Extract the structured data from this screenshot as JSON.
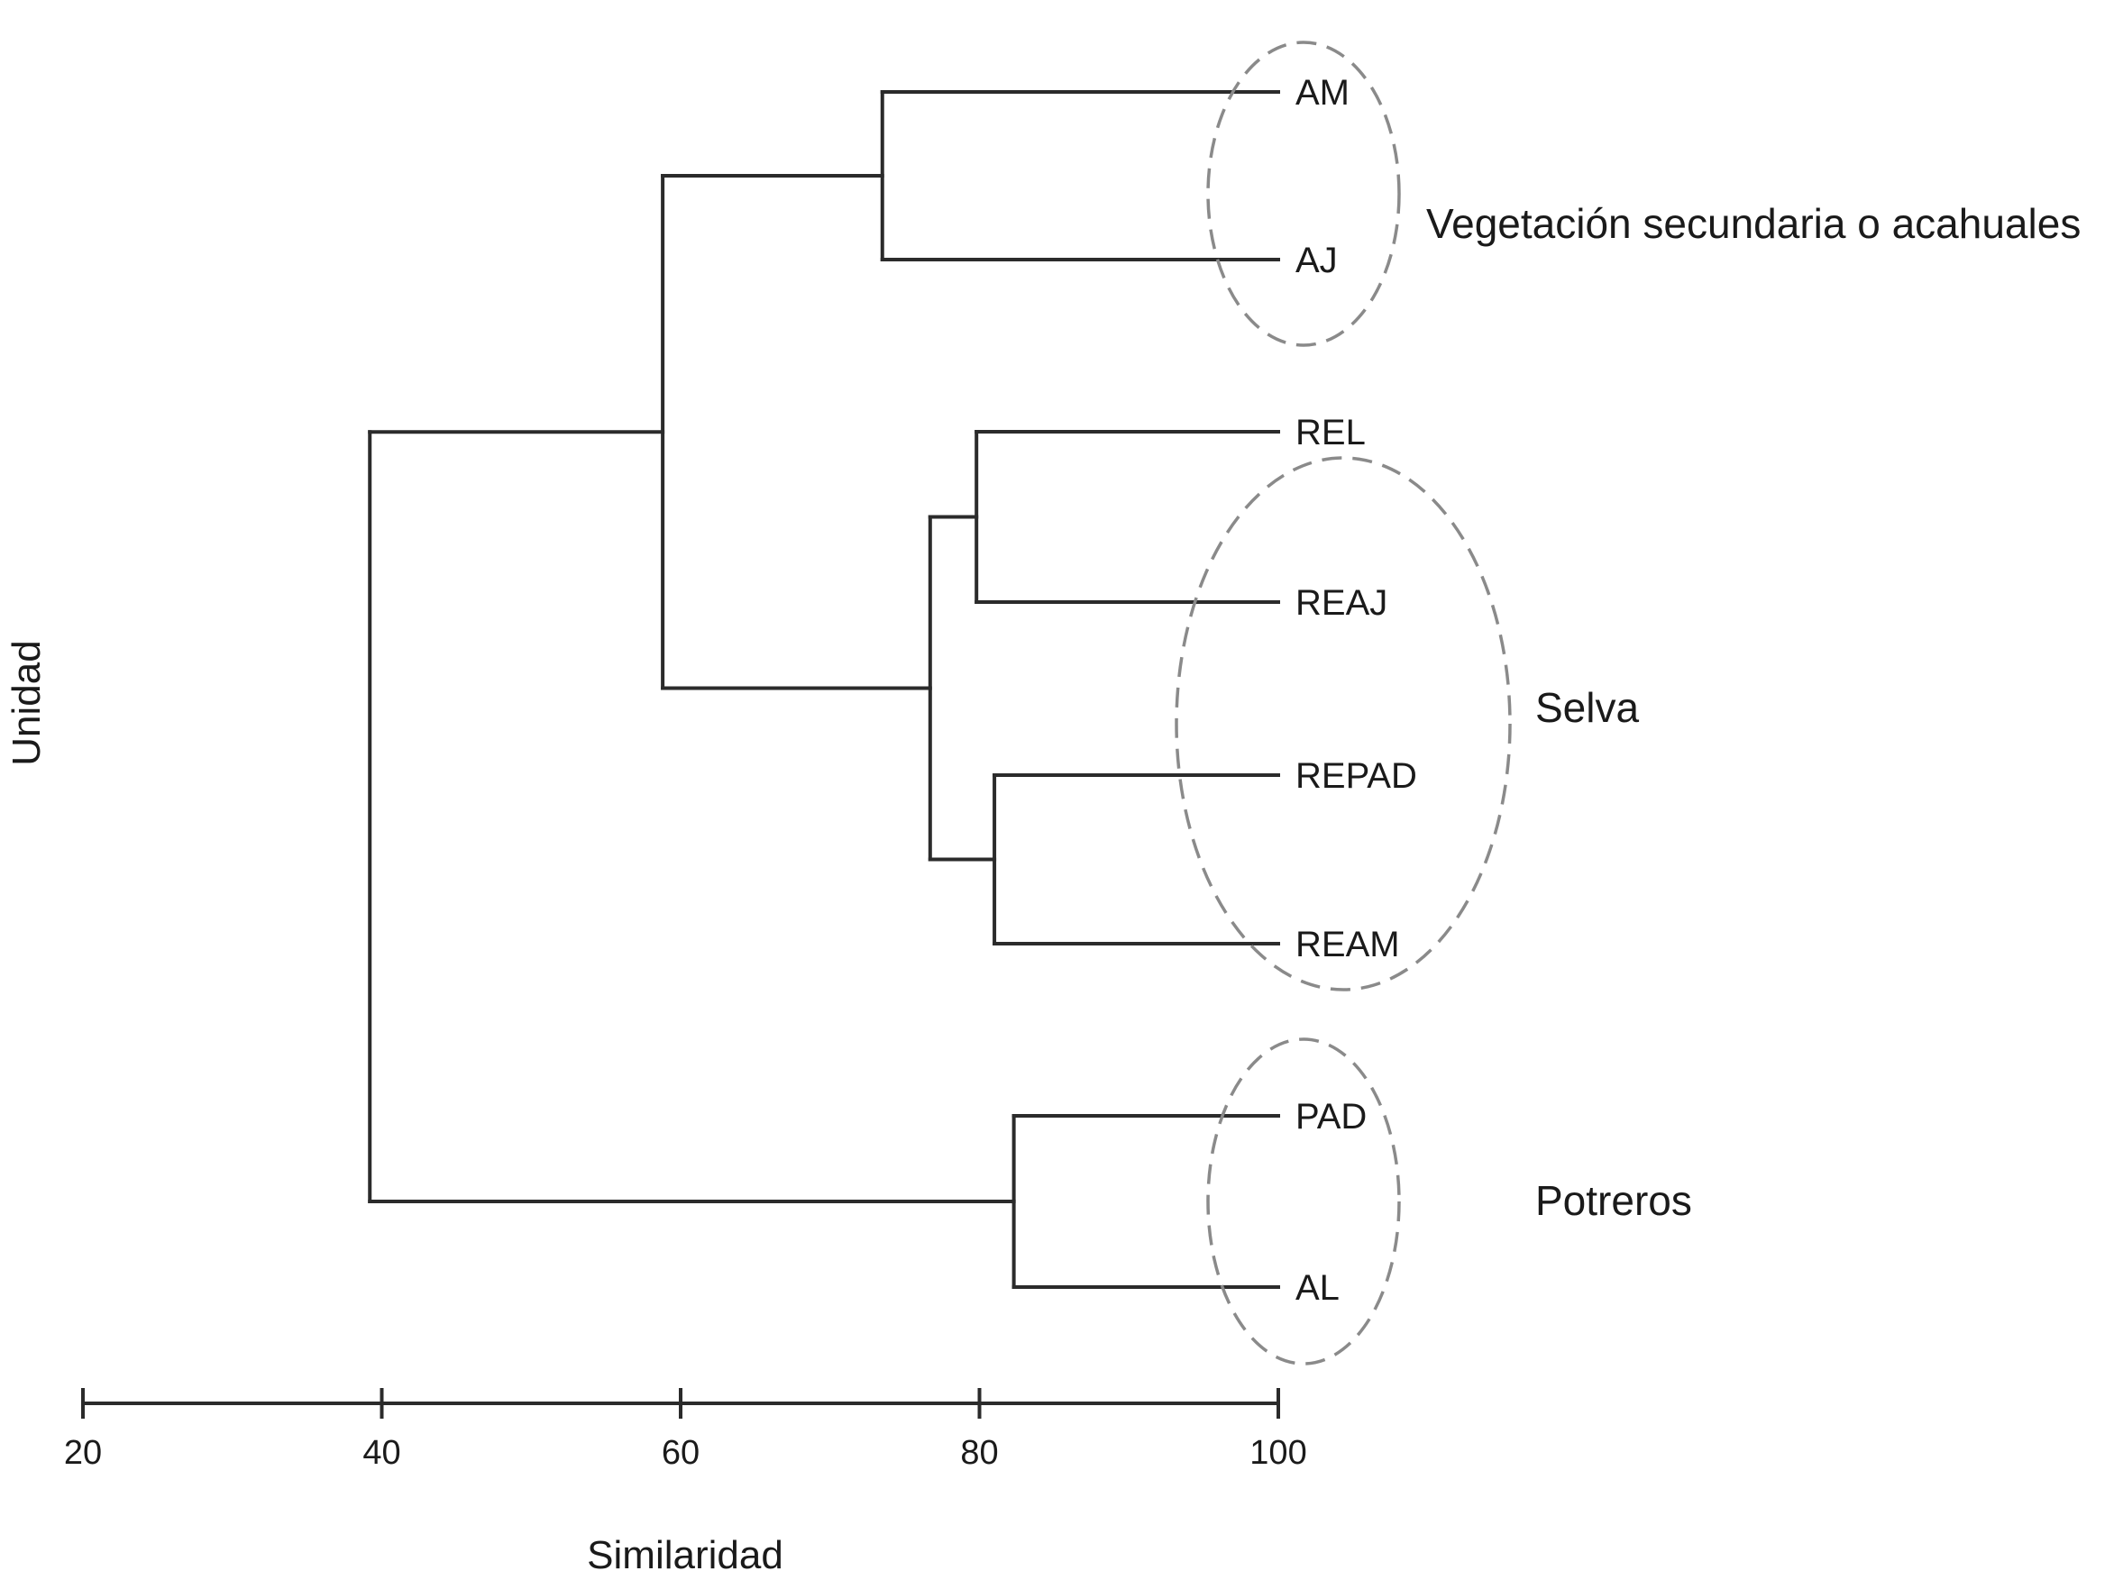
{
  "chart_data": {
    "type": "dendrogram",
    "xlabel": "Similaridad",
    "ylabel": "Unidad",
    "xlim": [
      20,
      100
    ],
    "xticks": [
      "20",
      "40",
      "60",
      "80",
      "100"
    ],
    "leaves": [
      "AM",
      "AJ",
      "REL",
      "REAJ",
      "REPAD",
      "REAM",
      "PAD",
      "AL"
    ],
    "merges": [
      {
        "id": "m_am_aj",
        "children": [
          "AM",
          "AJ"
        ],
        "similarity": 73.5
      },
      {
        "id": "m_rel_reaj",
        "children": [
          "REL",
          "REAJ"
        ],
        "similarity": 79.8
      },
      {
        "id": "m_repad_ream",
        "children": [
          "REPAD",
          "REAM"
        ],
        "similarity": 81.0
      },
      {
        "id": "m_pad_al",
        "children": [
          "PAD",
          "AL"
        ],
        "similarity": 82.3
      },
      {
        "id": "m_selva",
        "children": [
          "m_rel_reaj",
          "m_repad_ream"
        ],
        "similarity": 76.7
      },
      {
        "id": "m_veg_selva",
        "children": [
          "m_am_aj",
          "m_selva"
        ],
        "similarity": 58.8
      },
      {
        "id": "m_root",
        "children": [
          "m_veg_selva",
          "m_pad_al"
        ],
        "similarity": 39.2
      }
    ],
    "groups": [
      {
        "label": "Vegetación secundaria o acahuales",
        "members": [
          "AM",
          "AJ"
        ]
      },
      {
        "label": "Selva",
        "members": [
          "REL",
          "REAJ",
          "REPAD",
          "REAM"
        ]
      },
      {
        "label": "Potreros",
        "members": [
          "PAD",
          "AL"
        ]
      }
    ]
  }
}
